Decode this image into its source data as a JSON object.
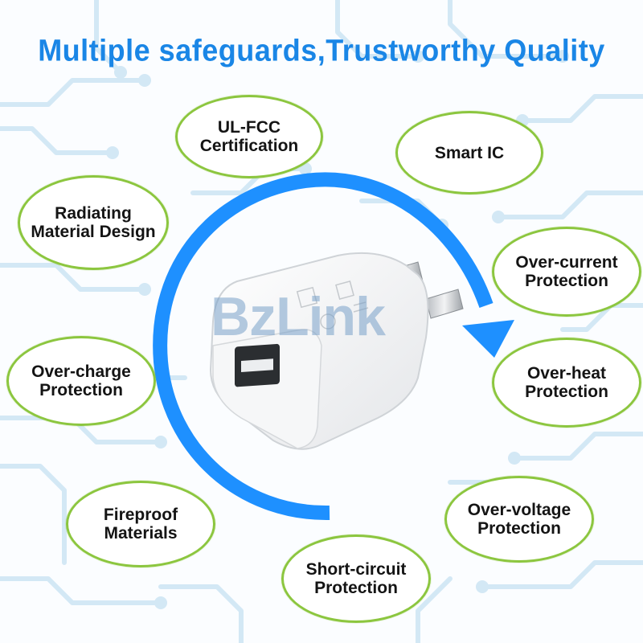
{
  "title": "Multiple safeguards,Trustworthy Quality",
  "watermark": "BzLink",
  "colors": {
    "title": "#1a86e6",
    "arrow": "#1e90ff",
    "bubble_border": "#8cc63f",
    "circuit": "#cfe6f4"
  },
  "features": [
    {
      "id": "ul-fcc",
      "lines": [
        "UL-FCC",
        "Certification"
      ]
    },
    {
      "id": "smart-ic",
      "lines": [
        "Smart IC"
      ]
    },
    {
      "id": "radiating",
      "lines": [
        "Radiating",
        "Material Design"
      ]
    },
    {
      "id": "over-current",
      "lines": [
        "Over-current",
        "Protection"
      ]
    },
    {
      "id": "over-charge",
      "lines": [
        "Over-charge",
        "Protection"
      ]
    },
    {
      "id": "over-heat",
      "lines": [
        "Over-heat",
        "Protection"
      ]
    },
    {
      "id": "fireproof",
      "lines": [
        "Fireproof",
        "Materials"
      ]
    },
    {
      "id": "over-voltage",
      "lines": [
        "Over-voltage",
        "Protection"
      ]
    },
    {
      "id": "short-circuit",
      "lines": [
        "Short-circuit",
        "Protection"
      ]
    }
  ],
  "product_icons": [
    "usb-port",
    "charger-body",
    "prong"
  ]
}
